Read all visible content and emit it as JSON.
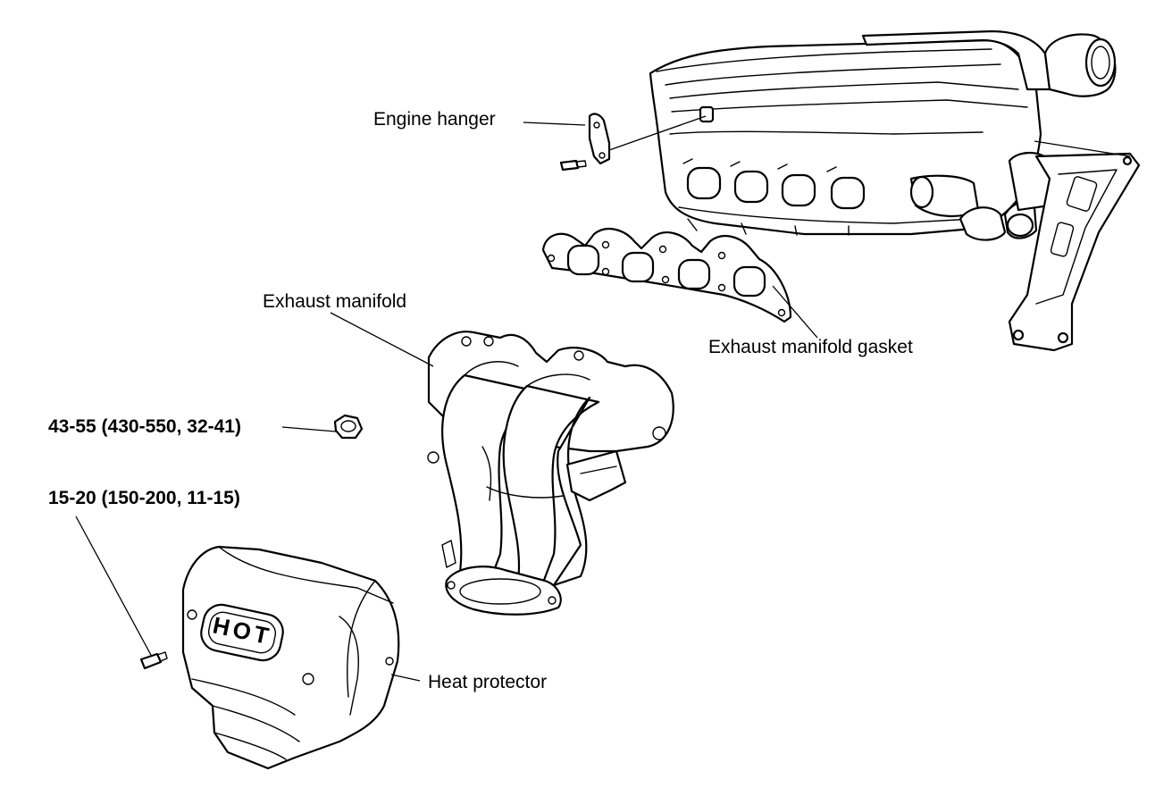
{
  "labels": {
    "engine_hanger": "Engine hanger",
    "exhaust_manifold": "Exhaust manifold",
    "exhaust_manifold_gasket": "Exhaust manifold gasket",
    "torque_nut": "43-55 (430-550, 32-41)",
    "torque_bolt": "15-20 (150-200, 11-15)",
    "heat_protector": "Heat protector",
    "hot_badge": "HOT"
  },
  "colors": {
    "ink": "#000000",
    "paper": "#ffffff"
  }
}
